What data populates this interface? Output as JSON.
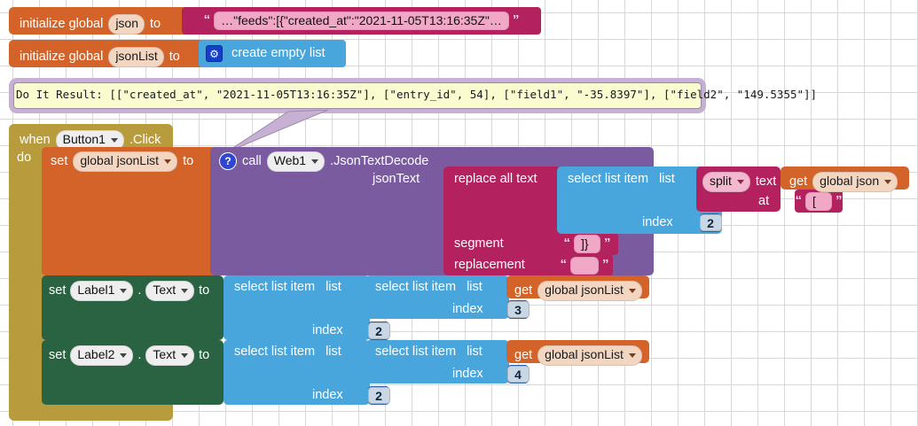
{
  "editor": {
    "name": "MIT App Inventor Blocks Editor",
    "background": "#ffffff",
    "grid_color": "#d8d8d8"
  },
  "colors": {
    "variables": "#d4632a",
    "text": "#b3215e",
    "lists": "#49a6dc",
    "control": "#b79b3c",
    "component": "#7a5ba0",
    "set_property": "#2a6342",
    "math": "#2f5fa5",
    "doit_bubble": "#fbfbd0",
    "doit_border": "#9c8aa8"
  },
  "blocks": {
    "init_json": {
      "keyword": "initialize global",
      "variable": "json",
      "to": "to",
      "value_string": "…\"feeds\":[{\"created_at\":\"2021-11-05T13:16:35Z\"…"
    },
    "init_json_list": {
      "keyword": "initialize global",
      "variable": "jsonList",
      "to": "to",
      "value_label": "create empty list",
      "mutator_icon": "gear-icon"
    },
    "do_it_result": {
      "text": "Do It Result: [[\"created_at\", \"2021-11-05T13:16:35Z\"], [\"entry_id\", 54], [\"field1\", \"-35.8397\"], [\"field2\", \"149.5355\"]]"
    },
    "when_click": {
      "when": "when",
      "component": "Button1",
      "event": ".Click",
      "do": "do"
    },
    "set_global_jsonlist": {
      "set": "set",
      "variable": "global jsonList",
      "to": "to"
    },
    "call_web": {
      "help_icon": "?",
      "call": "call",
      "component": "Web1",
      "method": ".JsonTextDecode",
      "param_label": "jsonText"
    },
    "replace_all_text": {
      "label": "replace all text",
      "segment_label": "segment",
      "segment_value": "]}",
      "replacement_label": "replacement",
      "replacement_value": ""
    },
    "select_list_item_outer": {
      "label": "select list item",
      "list_label": "list",
      "index_label": "index",
      "index_value": "2"
    },
    "split": {
      "operation": "split",
      "text_label": "text",
      "at_label": "at",
      "at_value": "["
    },
    "get_global_json": {
      "get": "get",
      "variable": "global json"
    },
    "set_label1": {
      "set": "set",
      "component": "Label1",
      "property": "Text",
      "to": "to",
      "outer": {
        "label": "select list item",
        "list_label": "list",
        "index_label": "index",
        "index_value": "2"
      },
      "inner": {
        "label": "select list item",
        "list_label": "list",
        "index_label": "index",
        "index_value": "3"
      },
      "get": {
        "get": "get",
        "variable": "global jsonList"
      }
    },
    "set_label2": {
      "set": "set",
      "component": "Label2",
      "property": "Text",
      "to": "to",
      "outer": {
        "label": "select list item",
        "list_label": "list",
        "index_label": "index",
        "index_value": "2"
      },
      "inner": {
        "label": "select list item",
        "list_label": "list",
        "index_label": "index",
        "index_value": "4"
      },
      "get": {
        "get": "get",
        "variable": "global jsonList"
      }
    }
  }
}
